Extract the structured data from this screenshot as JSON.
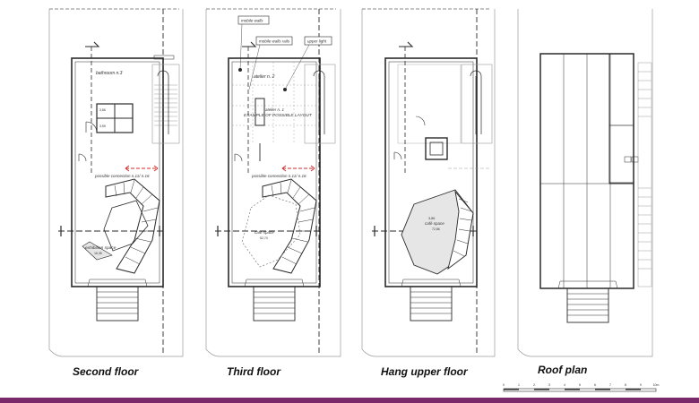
{
  "plans": [
    {
      "caption": "Second floor",
      "labels": {
        "bathroom": "bathroom n.3",
        "connection": "possible connection n.11/ n.16",
        "space": "exhibition space",
        "space_area": "16,35",
        "small1": "3,86",
        "small2": "3,55"
      }
    },
    {
      "caption": "Third floor",
      "labels": {
        "callout1": "mobile walls",
        "callout2": "mobile walls rails",
        "callout3": "upper light",
        "atelier2": "atelier n. 2",
        "atelier1": "atelier n. 1",
        "layout": "EXAMPLE OF POSSIBLE LAYOUT",
        "connection": "possible connection n.11/ n.16",
        "space": "café space",
        "space_area": "52,74"
      }
    },
    {
      "caption": "Hang upper floor",
      "labels": {
        "space": "café space",
        "space_area": "72,86",
        "height": "3,86"
      }
    },
    {
      "caption": "Roof plan",
      "labels": {}
    }
  ],
  "scale_bar": {
    "ticks": [
      "0",
      "1",
      "2",
      "3",
      "4",
      "5",
      "6",
      "7",
      "8",
      "9",
      "10m"
    ]
  },
  "colors": {
    "line": "#2a2a2a",
    "light_line": "#9a9a9a",
    "fill": "#e6e6e6",
    "connection": "#d12a2a",
    "bottom_bar": "#7a2a6a"
  }
}
